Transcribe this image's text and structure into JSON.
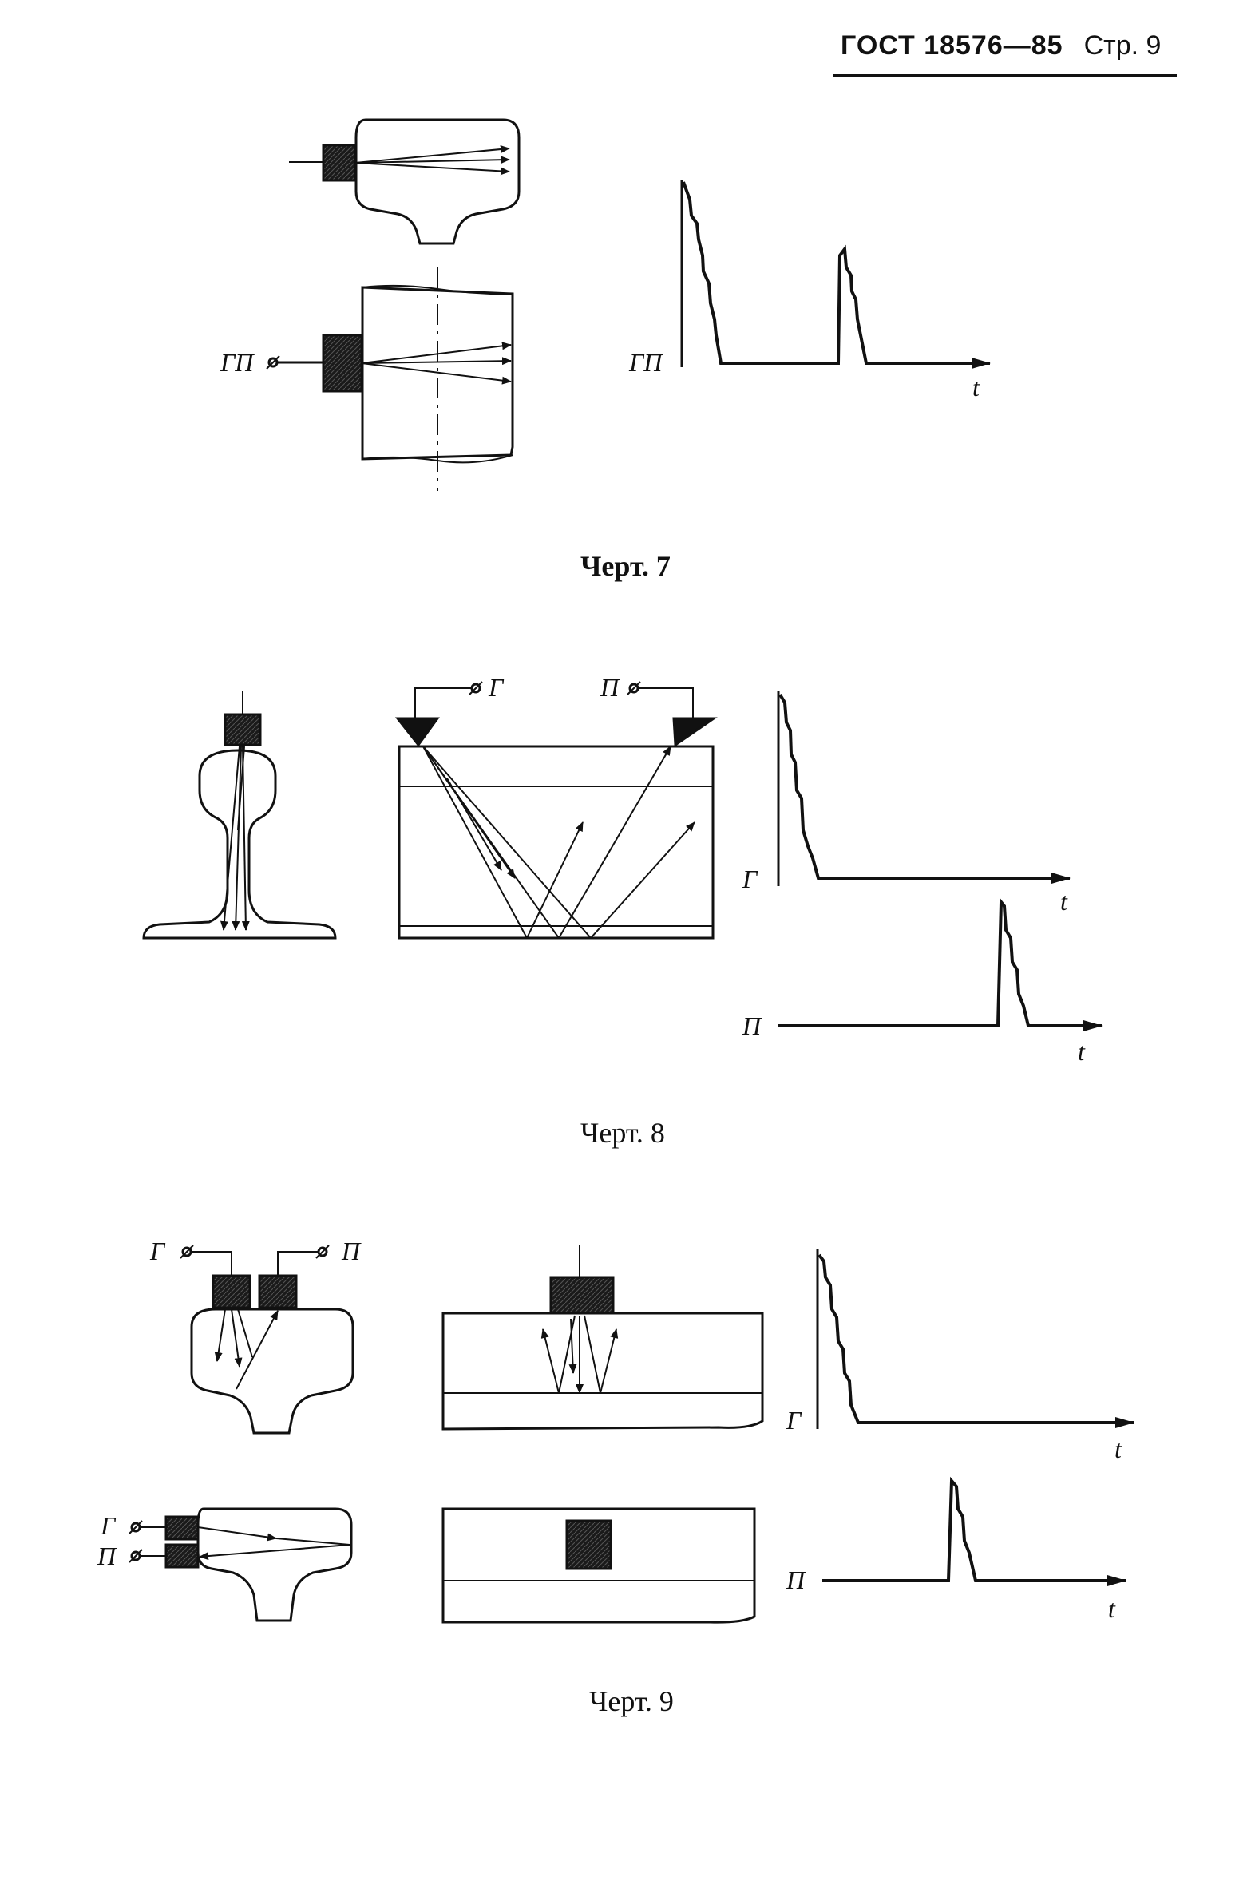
{
  "header": {
    "standard": "ГОСТ 18576—85",
    "page": "Стр. 9"
  },
  "figures": [
    {
      "caption": "Черт. 7",
      "labels": {
        "probe": "ГП",
        "scope": "ГП",
        "time": "t"
      }
    },
    {
      "caption": "Черт. 8",
      "labels": {
        "gen_probe": "Г",
        "rec_probe": "П",
        "scope_gen": "Г",
        "scope_rec": "П",
        "time1": "t",
        "time2": "t"
      }
    },
    {
      "caption": "Черт. 9",
      "labels": {
        "gen_top": "Г",
        "rec_top": "П",
        "gen_side": "Г",
        "rec_side": "П",
        "scope_gen": "Г",
        "scope_rec": "П",
        "time1": "t",
        "time2": "t"
      }
    }
  ]
}
